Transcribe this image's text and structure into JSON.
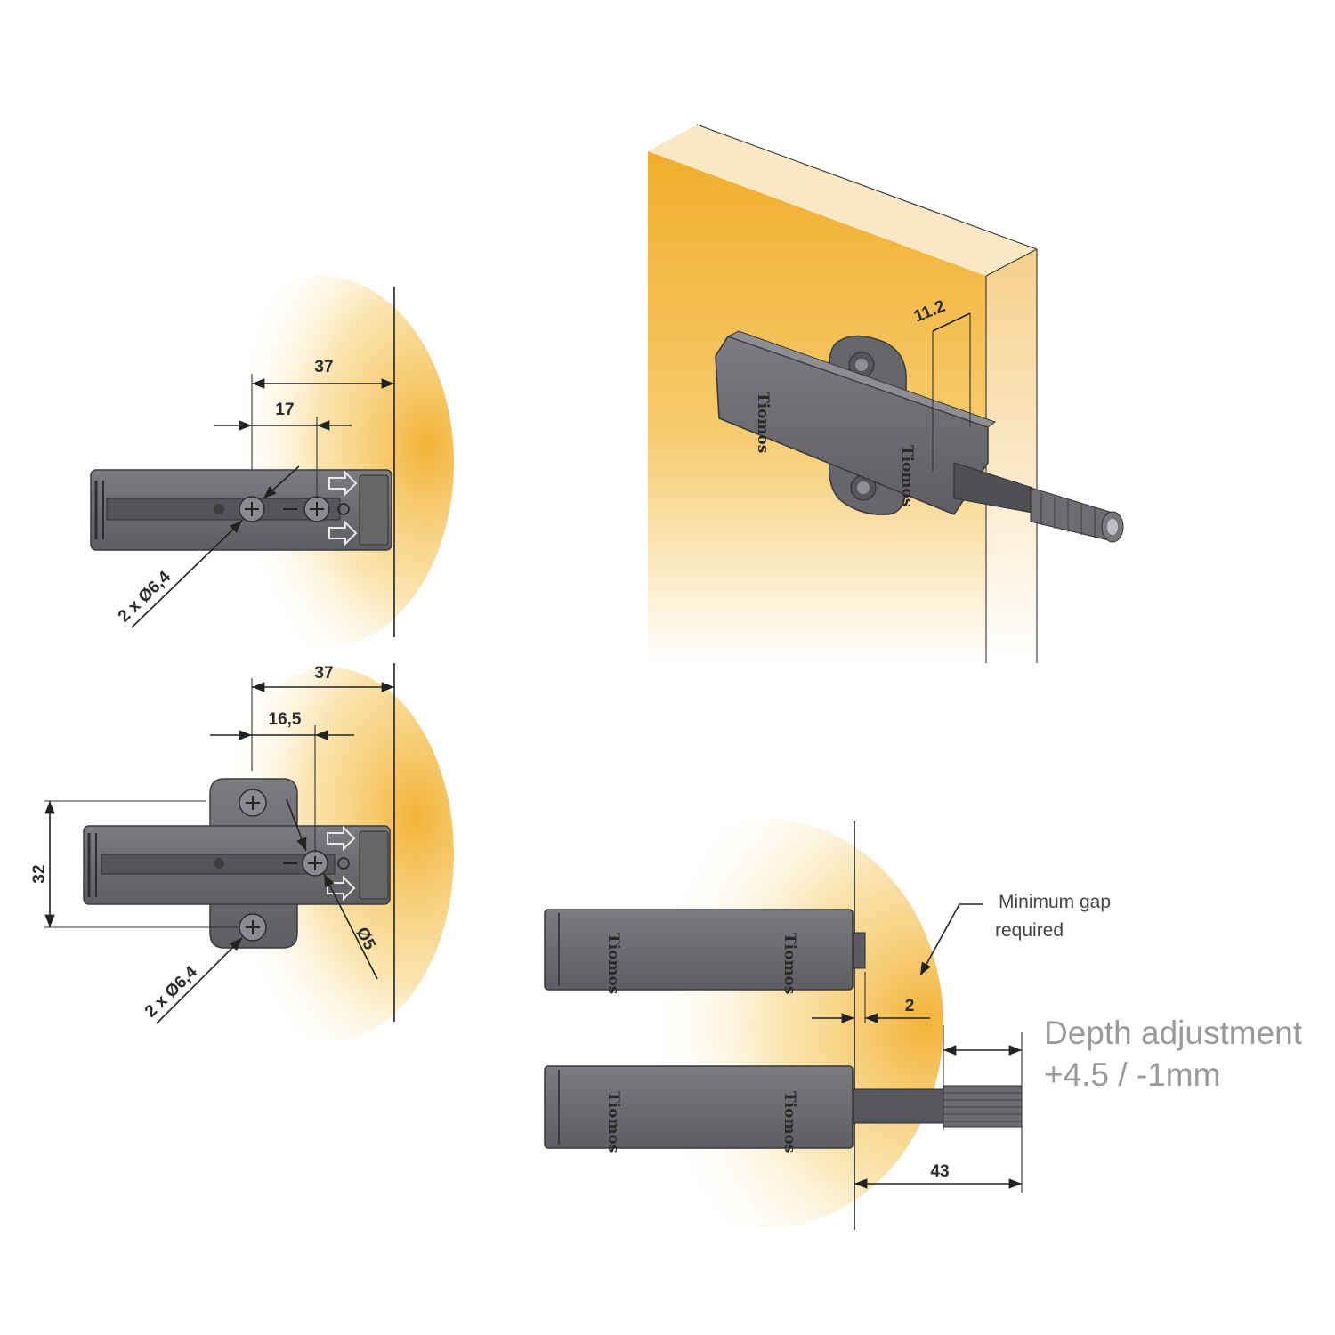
{
  "top_left_view": {
    "dim_overall": "37",
    "dim_hole_spacing": "17",
    "hole_label": "2 x Ø6,4"
  },
  "bottom_left_view": {
    "dim_overall": "37",
    "dim_hole_spacing": "16,5",
    "dim_height": "32",
    "hole_label_small": "Ø5",
    "hole_label": "2 x Ø6,4"
  },
  "perspective_view": {
    "dim_offset": "11.2",
    "brand_mark": "Tiomos"
  },
  "side_view": {
    "gap_note_line1": "Minimum gap",
    "gap_note_line2": "required",
    "dim_gap": "2",
    "dim_length": "43",
    "depth_line1": "Depth adjustment",
    "depth_line2": "+4.5 / -1mm",
    "brand_mark": "Tiomos"
  },
  "colors": {
    "wood": "#f3b53a",
    "housing": "#6e6f72",
    "housing_dark": "#4a4b4e",
    "line": "#222222"
  }
}
